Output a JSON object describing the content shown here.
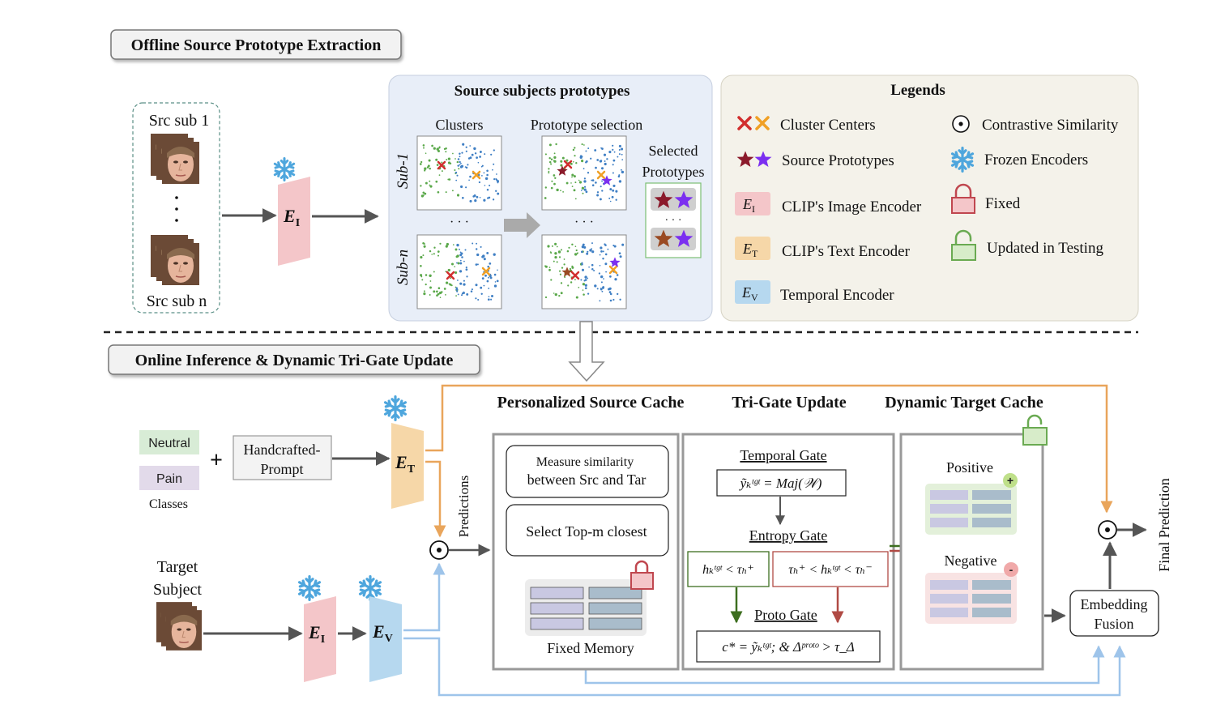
{
  "sections": {
    "offline_title": "Offline Source Prototype Extraction",
    "online_title": "Online Inference & Dynamic Tri-Gate Update"
  },
  "source": {
    "sub1_label": "Src sub 1",
    "subn_label": "Src sub n",
    "dots": ".",
    "encoder_image": "E",
    "encoder_image_sub": "I"
  },
  "prototypes_panel": {
    "title": "Source subjects prototypes",
    "clusters_label": "Clusters",
    "selection_label": "Prototype selection",
    "row1_label": "Sub-1",
    "rown_label": "Sub-n",
    "ellipsis": "· · ·",
    "selected_label_1": "Selected",
    "selected_label_2": "Prototypes",
    "selected_ellipsis": "· · ·"
  },
  "legends": {
    "title": "Legends",
    "items": [
      {
        "label": "Cluster Centers",
        "icon": "cross-icon"
      },
      {
        "label": "Source Prototypes",
        "icon": "star-icon"
      },
      {
        "label": "CLIP's Image Encoder",
        "icon": "EI",
        "sym": "E",
        "sub": "I"
      },
      {
        "label": "CLIP's Text Encoder",
        "icon": "ET",
        "sym": "E",
        "sub": "T"
      },
      {
        "label": "Temporal Encoder",
        "icon": "EV",
        "sym": "E",
        "sub": "V"
      },
      {
        "label": "Contrastive Similarity",
        "icon": "odot-icon"
      },
      {
        "label": "Frozen Encoders",
        "icon": "snowflake-icon"
      },
      {
        "label": "Fixed",
        "icon": "lock-icon"
      },
      {
        "label": "Updated in Testing",
        "icon": "unlock-icon"
      }
    ]
  },
  "online": {
    "neutral": "Neutral",
    "pain": "Pain",
    "classes": "Classes",
    "plus": "+",
    "prompt_1": "Handcrafted-",
    "prompt_2": "Prompt",
    "text_encoder": "E",
    "text_encoder_sub": "T",
    "target_1": "Target",
    "target_2": "Subject",
    "image_encoder": "E",
    "image_encoder_sub": "I",
    "temporal_encoder": "E",
    "temporal_encoder_sub": "V",
    "predictions": "Predictions",
    "final_prediction": "Final Prediction"
  },
  "psc": {
    "title": "Personalized Source Cache",
    "measure_1": "Measure similarity",
    "measure_2": "between Src and Tar",
    "select": "Select Top-m closest",
    "fixed_memory": "Fixed Memory"
  },
  "trigate": {
    "title": "Tri-Gate Update",
    "temporal_gate": "Temporal Gate",
    "temporal_formula": "ỹₖᵗᵍᵗ = Maj(𝒲)",
    "entropy_gate": "Entropy Gate",
    "entropy_left": "hₖᵗᵍᵗ < τₕ⁺",
    "entropy_right": "τₕ⁺ < hₖᵗᵍᵗ < τₕ⁻",
    "proto_gate": "Proto Gate",
    "proto_formula": "c* = ỹₖᵗᵍᵗ; & Δᵖʳᵒᵗᵒ > τ_Δ"
  },
  "dtc": {
    "title": "Dynamic Target Cache",
    "positive": "Positive",
    "negative": "Negative",
    "plus": "+",
    "minus": "-"
  },
  "fusion": {
    "line1": "Embedding",
    "line2": "Fusion"
  },
  "colors": {
    "image_encoder": "#f4c6c9",
    "text_encoder": "#f6d7a8",
    "temporal_encoder": "#b6d8ef",
    "orange_arrow": "#e9a55b",
    "blue_arrow": "#9ec4ea",
    "green_dark": "#3d6e1f",
    "red_dark": "#b04a44",
    "cluster_green": "#5aa84a",
    "cluster_blue": "#3f7fc4",
    "cross_red": "#d12e2e",
    "cross_orange": "#f0a025",
    "star_maroon": "#8b1a2b",
    "star_purple": "#7b2ff0",
    "star_brown": "#9a4a22"
  }
}
